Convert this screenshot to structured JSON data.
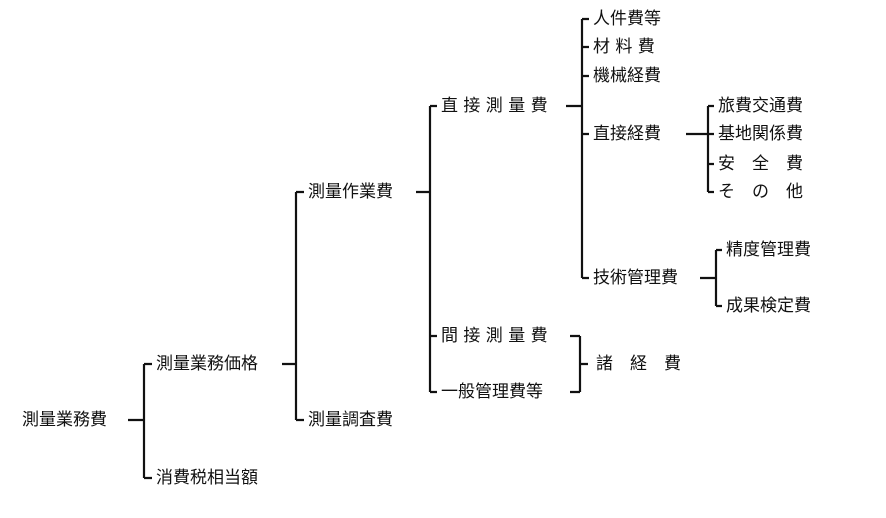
{
  "tree": {
    "root": "測量業務費",
    "price": "測量業務価格",
    "tax": "消費税相当額",
    "work": "測量作業費",
    "survey_check": "測量調査費",
    "direct": "直 接 測 量 費",
    "indirect": "間 接 測 量 費",
    "general_admin": "一般管理費等",
    "misc": "諸　経　費",
    "labor": "人件費等",
    "material": "材 料 費",
    "machine": "機械経費",
    "direct_exp": "直接経費",
    "tech_mgmt": "技術管理費",
    "travel": "旅費交通費",
    "land": "基地関係費",
    "safety": "安　全　費",
    "other": "そ　の　他",
    "precision": "精度管理費",
    "inspection": "成果検定費"
  }
}
